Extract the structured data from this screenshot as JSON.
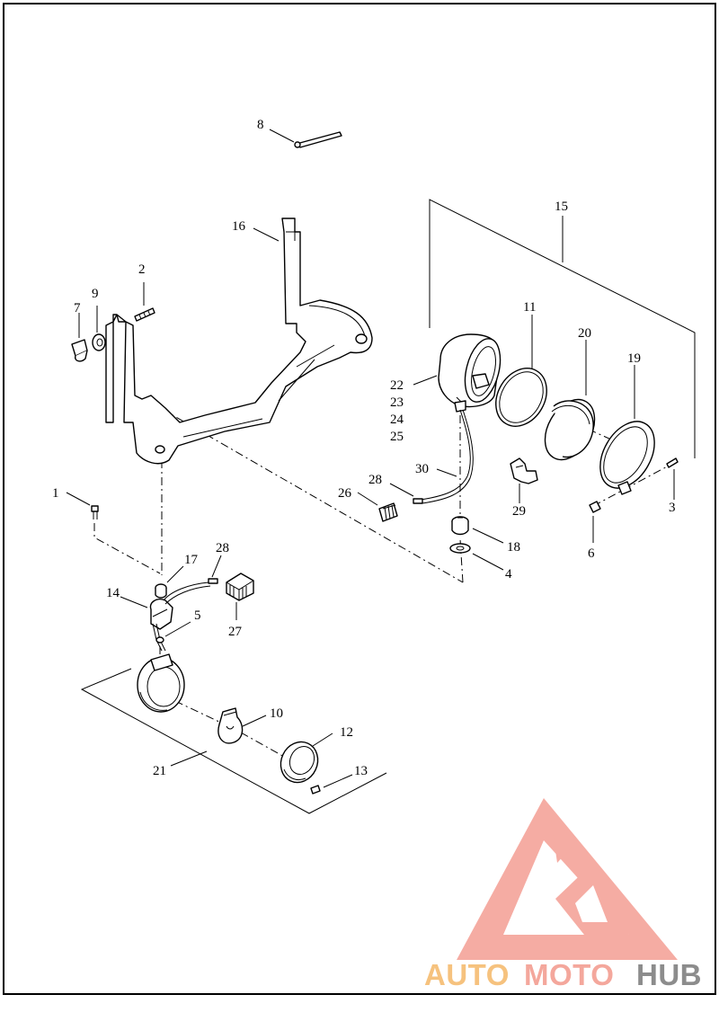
{
  "callouts": {
    "c1": "1",
    "c2": "2",
    "c3": "3",
    "c4": "4",
    "c5": "5",
    "c6": "6",
    "c7": "7",
    "c8": "8",
    "c9": "9",
    "c10": "10",
    "c11": "11",
    "c12": "12",
    "c13": "13",
    "c14": "14",
    "c15": "15",
    "c16": "16",
    "c17": "17",
    "c18": "18",
    "c19": "19",
    "c20": "20",
    "c21": "21",
    "c22": "22",
    "c23": "23",
    "c24": "24",
    "c25": "25",
    "c26": "26",
    "c27": "27",
    "c28a": "28",
    "c28b": "28",
    "c29": "29",
    "c30": "30"
  },
  "watermark": {
    "auto": "AUTO",
    "moto": "MOTO",
    "hub": "HUB",
    "colors": {
      "auto": "#f6c27e",
      "moto": "#f4a79c",
      "hub": "#8c8c8c",
      "triangle": "#f5a49a"
    }
  }
}
